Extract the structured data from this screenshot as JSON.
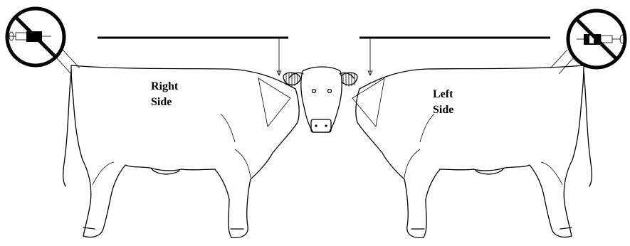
{
  "labels": {
    "right_side": [
      "Right",
      "Side"
    ],
    "left_side": [
      "Left",
      "Side"
    ]
  },
  "icons": {
    "left_prohibited": "no-injection-syringe-icon",
    "right_prohibited": "no-injection-syringe-icon"
  },
  "colors": {
    "ink": "#000000",
    "background": "#ffffff"
  }
}
